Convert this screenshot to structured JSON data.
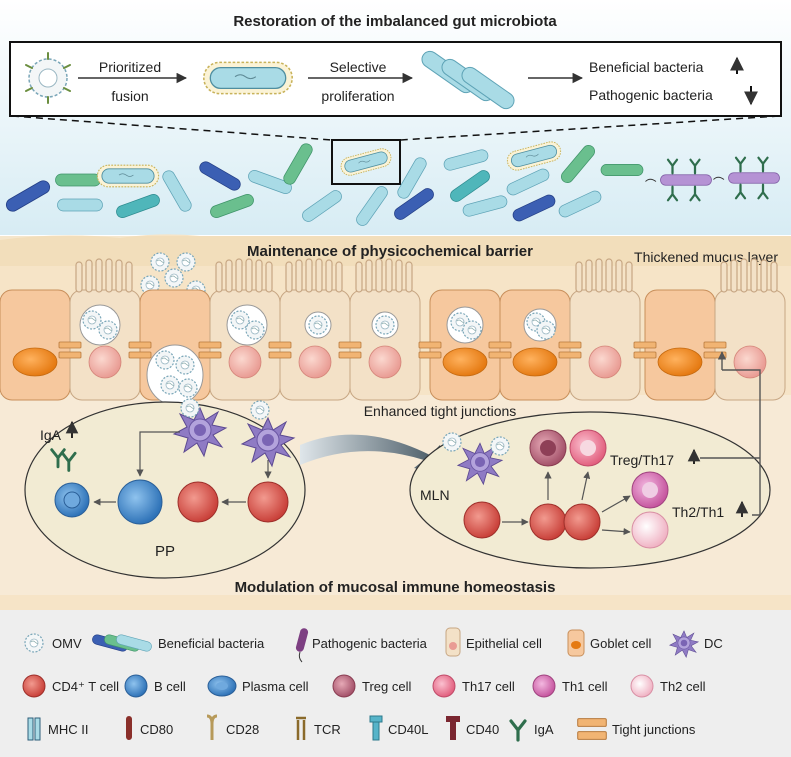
{
  "top": {
    "title": "Restoration of the imbalanced gut microbiota",
    "step1": [
      "Prioritized",
      "fusion"
    ],
    "step2": [
      "Selective",
      "proliferation"
    ],
    "beneficial": "Beneficial bacteria",
    "pathogenic": "Pathogenic bacteria"
  },
  "middle": {
    "barrier_title": "Maintenance of physicochemical barrier",
    "mucus": "Thickened mucus layer",
    "tight": "Enhanced tight junctions",
    "iga": "IgA",
    "pp": "PP",
    "mln": "MLN",
    "treg_th17": "Treg/Th17",
    "th2_th1": "Th2/Th1"
  },
  "bottom": {
    "title": "Modulation of mucosal immune homeostasis"
  },
  "legend": {
    "row1": [
      "OMV",
      "Beneficial bacteria",
      "Pathogenic bacteria",
      "Epithelial cell",
      "Goblet cell",
      "DC"
    ],
    "row2": [
      "CD4⁺ T cell",
      "B cell",
      "Plasma cell",
      "Treg cell",
      "Th17 cell",
      "Th1 cell",
      "Th2 cell"
    ],
    "row3": [
      "MHC II",
      "CD80",
      "CD28",
      "TCR",
      "CD40L",
      "CD40",
      "IgA",
      "Tight junctions"
    ]
  },
  "colors": {
    "goblet": "#f6c89e",
    "epithelial": "#f3e1c7",
    "tcell": "#d9554d",
    "bcell": "#3c87c9",
    "dc": "#8f7bc4",
    "treg": "#b55f74",
    "th17": "#e9799a",
    "th1": "#d46cb1",
    "th2": "#f5c7d3",
    "iga": "#2f6e4d",
    "bacteria_light": "#a9dbe6",
    "bacteria_green": "#6abf8e",
    "bacteria_blue": "#3b5fb3"
  }
}
